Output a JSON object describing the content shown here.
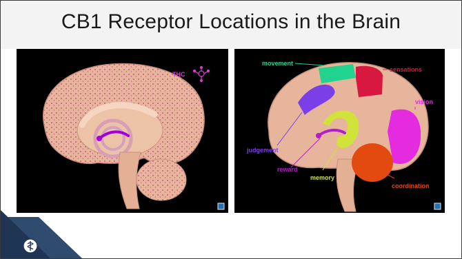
{
  "slide": {
    "title": "CB1 Receptor Locations in the Brain"
  },
  "left_image": {
    "label_thc": "THC"
  },
  "right_image": {
    "labels": {
      "movement": "movement",
      "sensations": "sensations",
      "vision": "vision",
      "judgement": "judgement",
      "reward": "reward",
      "memory": "memory",
      "coordination": "coordination"
    },
    "colors": {
      "movement": "#22d38f",
      "sensations": "#d8193f",
      "vision": "#e42be0",
      "judgement": "#7a3fe6",
      "reward": "#b020c8",
      "memory": "#cfe33a",
      "coordination": "#e24a10"
    }
  },
  "theme": {
    "corner_color": "#1f3553",
    "brain_color": "#e7b59b"
  }
}
